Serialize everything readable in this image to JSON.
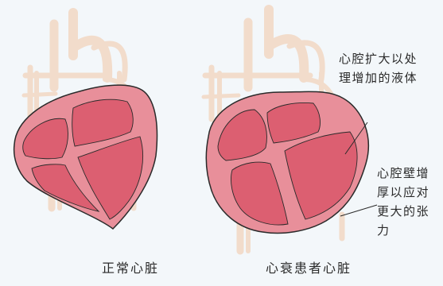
{
  "figure": {
    "normal_heart": {
      "caption": "正常心脏"
    },
    "failing_heart": {
      "caption": "心衰患者心脏",
      "annotation_chamber": [
        "心腔扩大以处",
        "理增加的液体"
      ],
      "annotation_wall": [
        "心腔壁增",
        "厚以应对",
        "更大的张",
        "力"
      ]
    }
  },
  "colors": {
    "background": "#f3f7fa",
    "vessel": "#f2dccb",
    "myocardium": "#e88f9a",
    "chamber": "#dc5f71",
    "outline": "#2a2a2a"
  }
}
